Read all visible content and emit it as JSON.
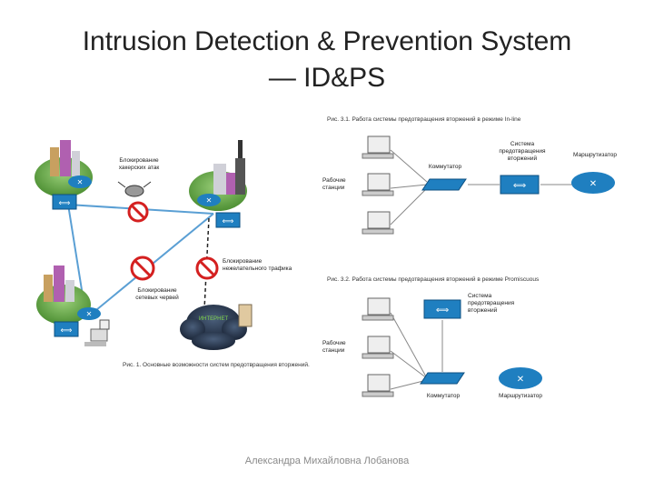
{
  "slide": {
    "title_line1": "Intrusion Detection & Prevention System",
    "title_line2": "— ID&PS",
    "footer": "Александра Михайловна Лобанова"
  },
  "figure1": {
    "caption": "Рис. 1. Основные возможности систем предотвращения вторжений.",
    "label_block_hackers_1": "Блокирование",
    "label_block_hackers_2": "хакерских атак",
    "label_block_traffic_1": "Блокирование",
    "label_block_traffic_2": "нежелательного трафика",
    "label_block_worms_1": "Блокирование",
    "label_block_worms_2": "сетевых червей",
    "label_internet": "ИНТЕРНЕТ"
  },
  "figure2": {
    "caption": "Рис. 3.1. Работа системы предотвращения вторжений в режиме In-line",
    "label_workstations_1": "Рабочие",
    "label_workstations_2": "станции",
    "label_switch": "Коммутатор",
    "label_ips_1": "Система",
    "label_ips_2": "предотвращения",
    "label_ips_3": "вторжений",
    "label_router": "Маршрутизатор"
  },
  "figure3": {
    "caption": "Рис. 3.2. Работа системы предотвращения вторжений в режиме Promiscuous",
    "label_workstations_1": "Рабочие",
    "label_workstations_2": "станции",
    "label_switch": "Коммутатор",
    "label_ips_1": "Система",
    "label_ips_2": "предотвращения",
    "label_ips_3": "вторжений",
    "label_router": "Маршрутизатор"
  },
  "colors": {
    "router_blue": "#1f7fc0",
    "link_blue": "#5a9fd4",
    "hill_green": "#6db04a",
    "no_sign_red": "#d42020"
  }
}
